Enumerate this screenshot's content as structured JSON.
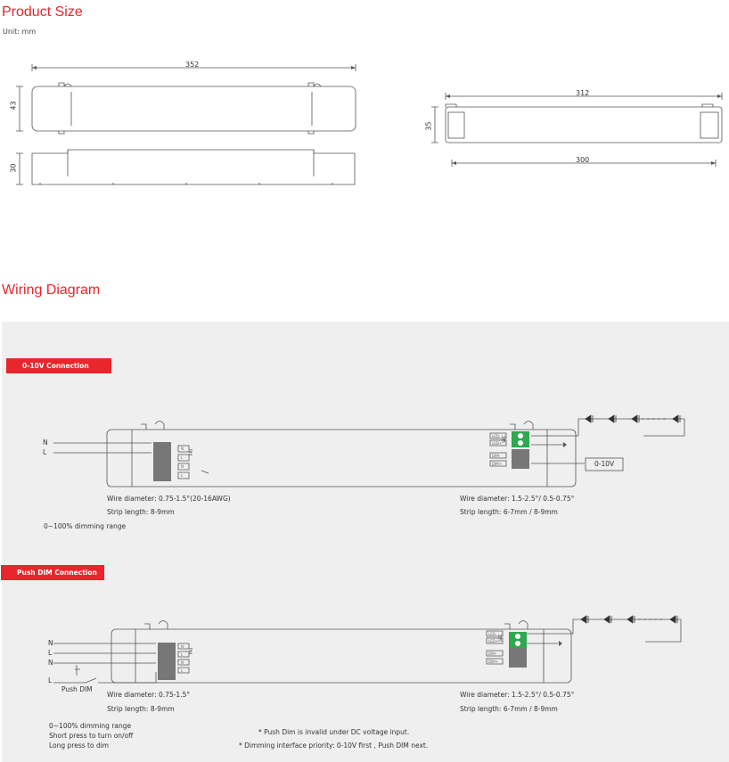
{
  "product_size": {
    "title": "Product Size",
    "unit": "Unit: mm",
    "dims": {
      "length": "352",
      "height": "43",
      "depth": "30",
      "length2": "312",
      "height2": "35",
      "mount": "300"
    }
  },
  "wiring": {
    "title": "Wiring Diagram",
    "section1": {
      "badge": "0-10V Connection",
      "inputs": [
        "N",
        "L"
      ],
      "pri": "PRI",
      "sec": "SEC",
      "pri_terminals": [
        "N",
        "L",
        "N",
        "L"
      ],
      "sec_terminals": [
        "LED-",
        "LED+",
        "DIM-",
        "DIM+"
      ],
      "dim_box": "0-10V",
      "wire_left": "Wire diameter: 0.75-1.5°(20-16AWG)",
      "strip_left": "Strip length: 8-9mm",
      "wire_right": "Wire diameter: 1.5-2.5°/ 0.5-0.75°",
      "strip_right": "Strip length: 6-7mm / 8-9mm",
      "note": "0~100% dimming range"
    },
    "section2": {
      "badge": "Push DIM Connection",
      "inputs": [
        "N",
        "L",
        "N",
        "L"
      ],
      "push_dim": "Push DIM",
      "pri": "PRI",
      "sec": "SEC",
      "pri_terminals": [
        "N",
        "L",
        "N",
        "L"
      ],
      "sec_terminals": [
        "LED-",
        "LED+",
        "DIM-",
        "DIM+"
      ],
      "wire_left": "Wire diameter: 0.75-1.5°",
      "strip_left": "Strip length: 8-9mm",
      "wire_right": "Wire diameter: 1.5-2.5°/ 0.5-0.75°",
      "strip_right": "Strip length: 6-7mm / 8-9mm",
      "notes": [
        "0~100% dimming range",
        "Short press to turn on/off",
        "Long press to dim"
      ],
      "footnotes": [
        "* Push Dim is invalid under DC voltage input.",
        "* Dimming interface priority: 0-10V first , Push DIM next."
      ]
    }
  }
}
